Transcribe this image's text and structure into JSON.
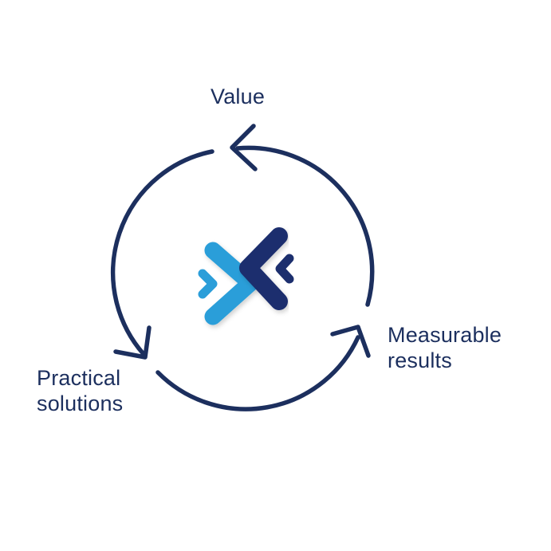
{
  "diagram": {
    "stages": [
      {
        "lines": [
          "Value"
        ]
      },
      {
        "lines": [
          "Measurable",
          "results"
        ]
      },
      {
        "lines": [
          "Practical",
          "solutions"
        ]
      }
    ],
    "colors": {
      "cycle": "#1c2f5e",
      "logo_light": "#2b9ed9",
      "logo_dark": "#1c2f6e"
    },
    "center_icon": "chevrons-logo-icon"
  }
}
